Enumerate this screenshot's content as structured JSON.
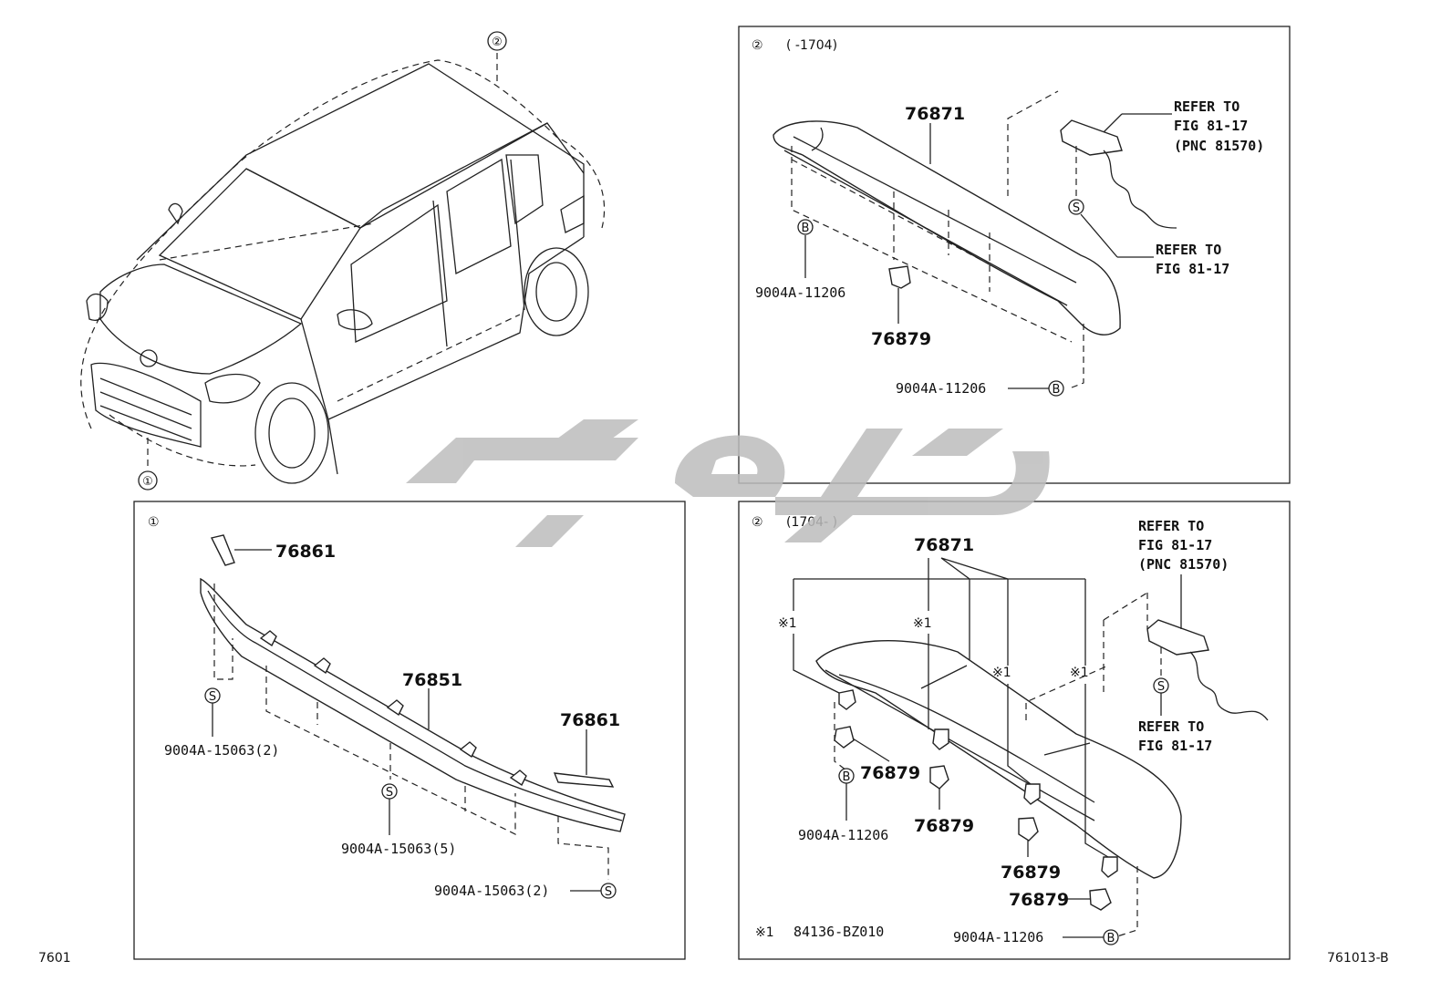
{
  "callouts": {
    "one": "①",
    "two": "②",
    "star": "※1"
  },
  "panel_top_right": {
    "header_num": "②",
    "header_range": "(      -1704)",
    "part_spoiler": "76871",
    "part_clip": "76879",
    "screw_left": "9004A-11206",
    "screw_right": "9004A-11206",
    "refer1_line1": "REFER TO",
    "refer1_line2": "FIG 81-17",
    "refer1_line3": "(PNC 81570)",
    "refer2_line1": "REFER TO",
    "refer2_line2": "FIG 81-17",
    "mark_b": "B",
    "mark_s": "S"
  },
  "panel_bottom_left": {
    "header_num": "①",
    "part_bracket_top": "76861",
    "part_molding": "76851",
    "part_bracket_right": "76861",
    "screw_left": "9004A-15063(2)",
    "screw_mid": "9004A-15063(5)",
    "screw_right": "9004A-15063(2)"
  },
  "panel_bottom_right": {
    "header_num": "②",
    "header_range": "(1704-      )",
    "part_spoiler": "76871",
    "clip_a": "76879",
    "clip_b": "76879",
    "clip_c": "76879",
    "clip_d": "76879",
    "screw_left": "9004A-11206",
    "screw_right": "9004A-11206",
    "refer1_line1": "REFER TO",
    "refer1_line2": "FIG 81-17",
    "refer1_line3": "(PNC 81570)",
    "refer2_line1": "REFER TO",
    "refer2_line2": "FIG 81-17",
    "footnote_mark": "※1",
    "footnote_part": "84136-BZ010"
  },
  "footer": {
    "left_code": "7601",
    "right_code": "761013-B"
  }
}
